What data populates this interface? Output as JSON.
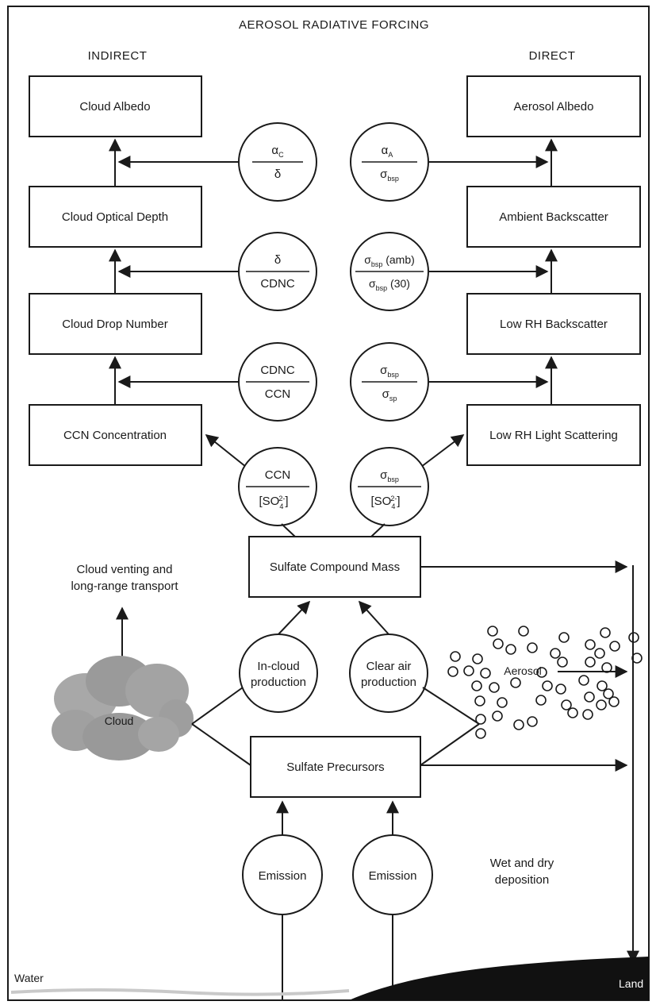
{
  "title": "AEROSOL RADIATIVE FORCING",
  "headers": {
    "indirect": "INDIRECT",
    "direct": "DIRECT"
  },
  "indirect_boxes": [
    "Cloud Albedo",
    "Cloud Optical Depth",
    "Cloud Drop Number",
    "CCN Concentration"
  ],
  "direct_boxes": [
    "Aerosol Albedo",
    "Ambient Backscatter",
    "Low RH Backscatter",
    "Low RH Light Scattering"
  ],
  "ratios_left": {
    "r1_num": "α",
    "r1_num_sub": "C",
    "r1_den": "δ",
    "r2_num": "δ",
    "r2_den": "CDNC",
    "r3_num": "CDNC",
    "r3_den": "CCN",
    "r4_num": "CCN",
    "r4_den": "[SO",
    "r4_den_sub": "4",
    "r4_den_sup": "2-",
    "r4_den_end": "]"
  },
  "ratios_right": {
    "r1_num": "α",
    "r1_num_sub": "A",
    "r1_den": "σ",
    "r1_den_sub": "bsp",
    "r2_num": "σ",
    "r2_num_sub": "bsp",
    "r2_num_end": " (amb)",
    "r2_den": "σ",
    "r2_den_sub": "bsp",
    "r2_den_end": " (30)",
    "r3_num": "σ",
    "r3_num_sub": "bsp",
    "r3_den": "σ",
    "r3_den_sub": "sp",
    "r4_num": "σ",
    "r4_num_sub": "bsp",
    "r4_den": "[SO",
    "r4_den_sub": "4",
    "r4_den_sup": "2-",
    "r4_den_end": "]"
  },
  "sulfate_mass": "Sulfate Compound Mass",
  "sulfate_precursors": "Sulfate Precursors",
  "in_cloud": [
    "In-cloud",
    "production"
  ],
  "clear_air": [
    "Clear air",
    "production"
  ],
  "emission_left": "Emission",
  "emission_right": "Emission",
  "cloud_label": "Cloud",
  "cloud_venting": [
    "Cloud venting and",
    "long-range transport"
  ],
  "aerosol_label": "Aerosol",
  "deposition": [
    "Wet and dry",
    "deposition"
  ],
  "water_label": "Water",
  "land_label": "Land",
  "colors": {
    "ink": "#1a1a1a",
    "cloud": "#9e9e9e",
    "ground": "#111111"
  }
}
